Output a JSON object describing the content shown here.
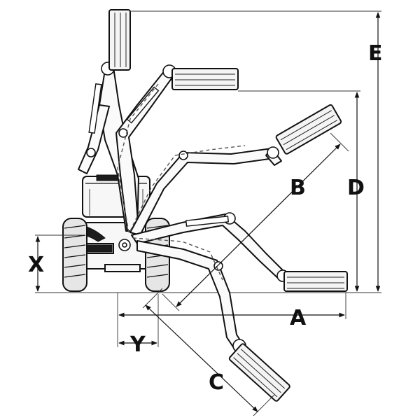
{
  "diagram": {
    "dimensions": [
      {
        "id": "A",
        "label": "A"
      },
      {
        "id": "B",
        "label": "B"
      },
      {
        "id": "C",
        "label": "C"
      },
      {
        "id": "D",
        "label": "D"
      },
      {
        "id": "E",
        "label": "E"
      },
      {
        "id": "X",
        "label": "X"
      },
      {
        "id": "Y",
        "label": "Y"
      }
    ],
    "colors": {
      "ink": "#111111",
      "background": "#ffffff"
    }
  }
}
